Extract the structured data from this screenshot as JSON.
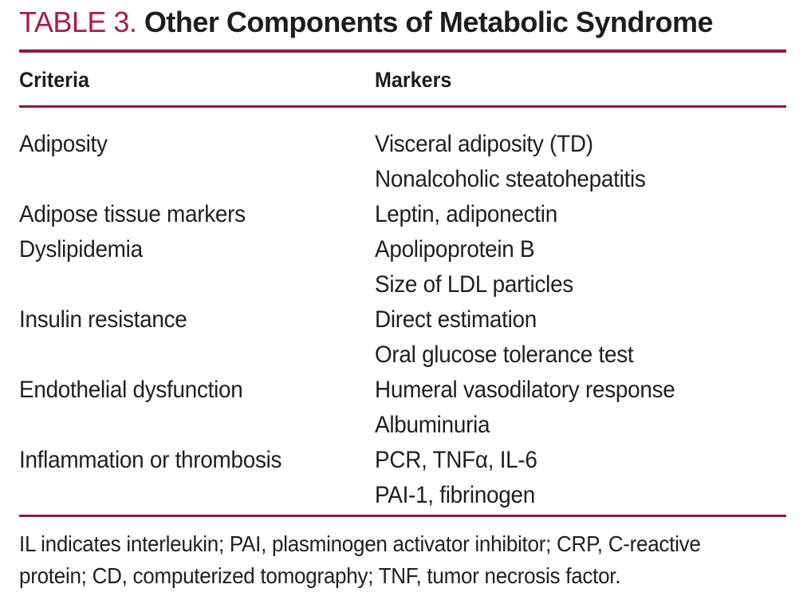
{
  "table": {
    "label": "TABLE 3.",
    "title": "Other Components of Metabolic Syndrome",
    "columns": [
      "Criteria",
      "Markers"
    ],
    "rows": [
      {
        "criteria": "Adiposity",
        "markers": [
          "Visceral adiposity (TD)",
          "Nonalcoholic steatohepatitis"
        ]
      },
      {
        "criteria": "Adipose tissue markers",
        "markers": [
          "Leptin, adiponectin"
        ]
      },
      {
        "criteria": "Dyslipidemia",
        "markers": [
          "Apolipoprotein B",
          "Size of LDL particles"
        ]
      },
      {
        "criteria": "Insulin resistance",
        "markers": [
          "Direct estimation",
          "Oral glucose tolerance test"
        ]
      },
      {
        "criteria": "Endothelial dysfunction",
        "markers": [
          "Humeral vasodilatory response",
          "Albuminuria"
        ]
      },
      {
        "criteria": "Inflammation or thrombosis",
        "markers": [
          "PCR, TNFα, IL-6",
          "PAI-1, fibrinogen"
        ]
      }
    ],
    "footnote_lines": [
      "IL indicates interleukin; PAI, plasminogen activator inhibitor; CRP, C-reactive",
      "protein; CD, computerized tomography; TNF, tumor necrosis factor."
    ],
    "colors": {
      "accent_label": "#A81D4A",
      "rule": "#8C1A3C",
      "text": "#1F1F1F"
    }
  }
}
